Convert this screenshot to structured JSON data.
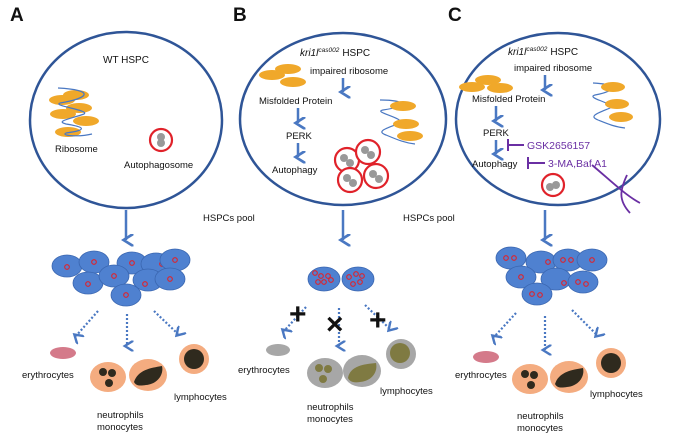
{
  "figure": {
    "colors": {
      "cell_outline": "#2f5597",
      "arrow": "#4a78c2",
      "ribosome": "#f0a82a",
      "mrna": "#4a78c2",
      "autophagosome_ring": "#e0222a",
      "autophagosome_cargo": "#999999",
      "hspc_fill": "#4f81d0",
      "hspc_dot": "#e0222a",
      "erythrocyte": "#d47a8a",
      "leukocyte_fill": "#f4ac80",
      "leukocyte_nucleus": "#2f2a1e",
      "failed_cell_fill": "#a7a7a7",
      "failed_nucleus": "#7f7a42",
      "inhibitor": "#6a2fa3",
      "block_mark": "#111111"
    },
    "pool_label": "HSPCs pool",
    "panels": [
      {
        "letter": "A",
        "cell_title": "WT HSPC",
        "labels": {
          "ribosome": "Ribosome",
          "autophagosome": "Autophagosome"
        },
        "outputs": {
          "erythrocytes": "erythrocytes",
          "neutrophils": "neutrophils",
          "monocytes": "monocytes",
          "lymphocytes": "lymphocytes"
        }
      },
      {
        "letter": "B",
        "cell_title_gene": "kri1l",
        "cell_title_allele": "cas002",
        "cell_title_suffix": "HSPC",
        "pathway": [
          "impaired ribosome",
          "Misfolded Protein",
          "PERK",
          "Autophagy"
        ],
        "outputs": {
          "erythrocytes": "erythrocytes",
          "neutrophils": "neutrophils",
          "monocytes": "monocytes",
          "lymphocytes": "lymphocytes"
        },
        "block_marks": [
          "+",
          "×",
          "+"
        ]
      },
      {
        "letter": "C",
        "cell_title_gene": "kri1l",
        "cell_title_allele": "cas002",
        "cell_title_suffix": "HSPC",
        "pathway": [
          "impaired ribosome",
          "Misfolded Protein",
          "PERK",
          "Autophagy"
        ],
        "inhibitors": [
          "GSK2656157",
          "3-MA,Baf A1"
        ],
        "outputs": {
          "erythrocytes": "erythrocytes",
          "neutrophils": "neutrophils",
          "monocytes": "monocytes",
          "lymphocytes": "lymphocytes"
        }
      }
    ]
  }
}
